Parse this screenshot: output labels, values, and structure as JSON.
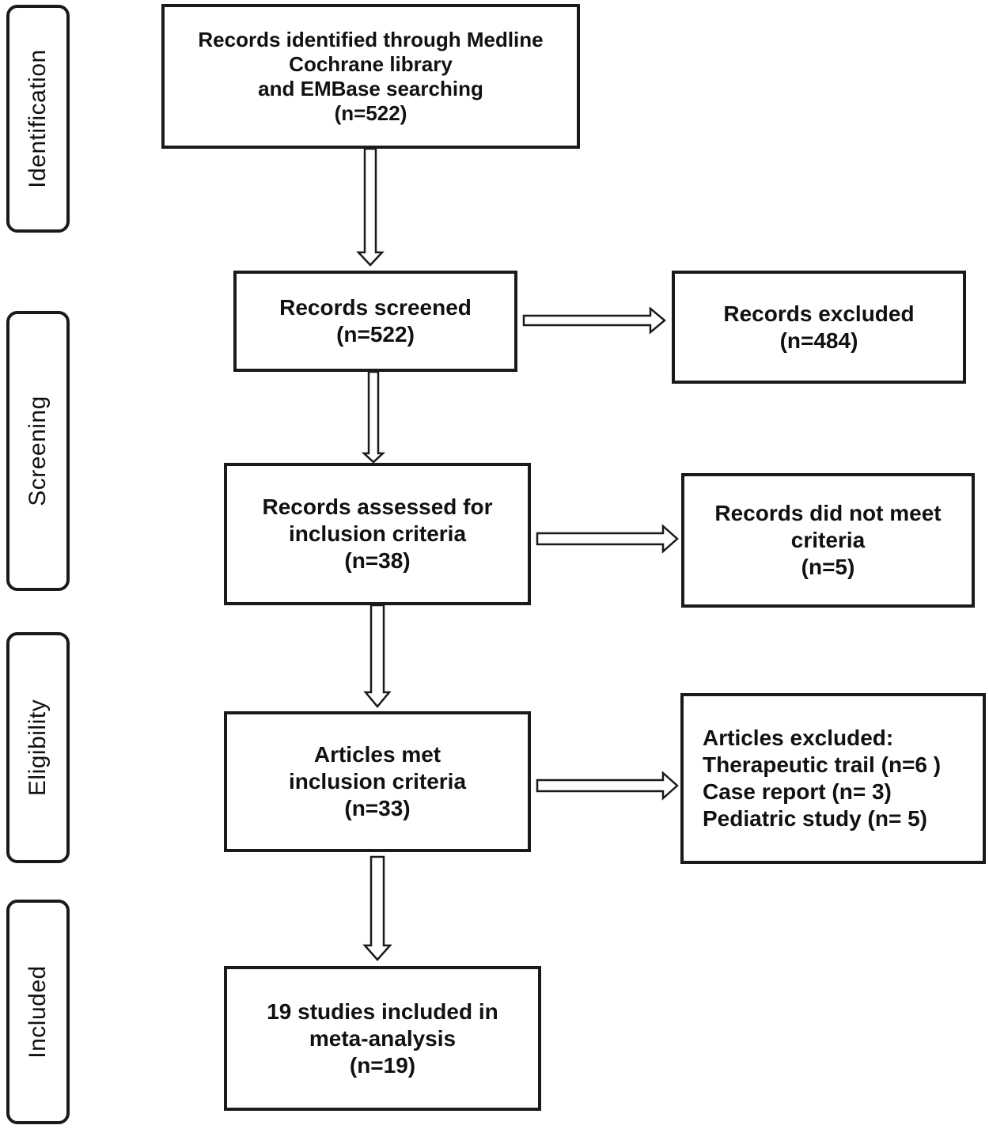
{
  "phases": {
    "identification": "Identification",
    "screening": "Screening",
    "eligibility": "Eligibility",
    "included": "Included"
  },
  "boxes": {
    "identified": {
      "lines": [
        "Records identified through Medline",
        "Cochrane library",
        "and EMBase searching",
        "(n=522)"
      ]
    },
    "screened": {
      "lines": [
        "Records screened",
        "(n=522)"
      ]
    },
    "excluded": {
      "lines": [
        "Records excluded",
        "(n=484)"
      ]
    },
    "assessed": {
      "lines": [
        "Records assessed for",
        "inclusion criteria",
        "(n=38)"
      ]
    },
    "not_met": {
      "lines": [
        "Records did not meet",
        "criteria",
        "(n=5)"
      ]
    },
    "met": {
      "lines": [
        "Articles  met",
        "inclusion criteria",
        "(n=33)"
      ]
    },
    "articles_excluded": {
      "lines": [
        "Articles  excluded:",
        "Therapeutic trail (n=6 )",
        "Case report (n= 3)",
        "Pediatric study (n= 5)"
      ]
    },
    "included": {
      "lines": [
        "19 studies included in",
        "meta-analysis",
        "(n=19)"
      ]
    }
  }
}
